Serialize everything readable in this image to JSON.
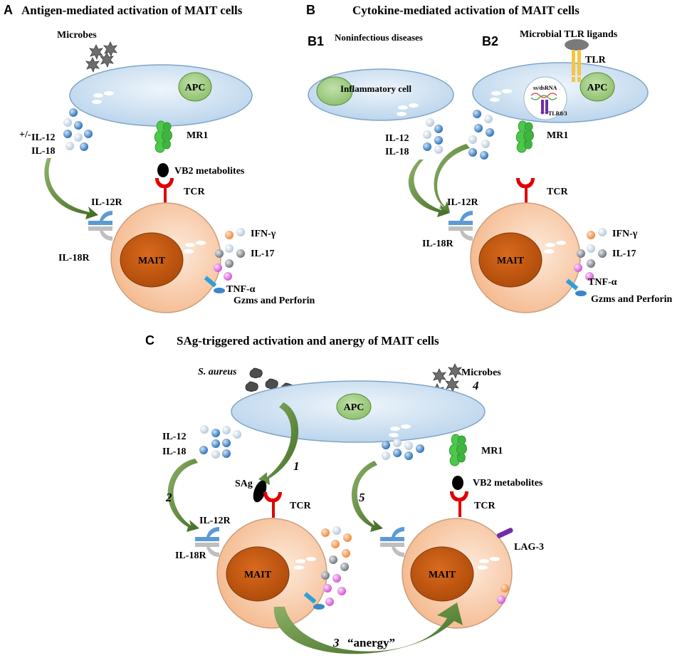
{
  "colors": {
    "apc_fill": "#d6e6f4",
    "apc_stroke": "#7fa5c8",
    "mait_fill": "#f8c9a6",
    "mait_nucleus": "#c65a12",
    "inner_fill": "#a8d08d",
    "mr1": "#4cc84c",
    "tcr": "#e00000",
    "il12r": "#5b9bd5",
    "il18r": "#bfbfbf",
    "arrow": "#4e7c2e",
    "tlr": "#f5c542",
    "lag3": "#6f2da8"
  },
  "panel_a": {
    "letter": "A",
    "title": "Antigen-mediated activation of MAIT cells",
    "microbes": "Microbes",
    "apc": "APC",
    "pm": "+/-",
    "il12": "IL-12",
    "il18": "IL-18",
    "mr1": "MR1",
    "vb2": "VB2 metabolites",
    "tcr": "TCR",
    "il12r": "IL-12R",
    "il18r": "IL-18R",
    "mait": "MAIT",
    "ifn": "IFN-γ",
    "il17": "IL-17",
    "tnf": "TNF-α",
    "gzms": "Gzms and Perforin"
  },
  "panel_b": {
    "letter": "B",
    "title": "Cytokine-mediated activation of MAIT cells",
    "b1": "B1",
    "b1_title": "Noninfectious diseases",
    "b2": "B2",
    "b2_title": "Microbial TLR ligands",
    "inflammatory": "Inflammatory cell",
    "tlr": "TLR",
    "apc": "APC",
    "ssds": "ss/dsRNA",
    "tlr83": "TLR8/3",
    "il12": "IL-12",
    "il18": "IL-18",
    "mr1": "MR1",
    "tcr": "TCR",
    "il12r": "IL-12R",
    "il18r": "IL-18R",
    "mait": "MAIT",
    "ifn": "IFN-γ",
    "il17": "IL-17",
    "tnf": "TNF-α",
    "gzms": "Gzms and Perforin"
  },
  "panel_c": {
    "letter": "C",
    "title": "SAg-triggered activation and anergy of MAIT cells",
    "saureus": "S. aureus",
    "microbes": "Microbes",
    "apc": "APC",
    "n1": "1",
    "n2": "2",
    "n3": "3",
    "n4": "4",
    "n5": "5",
    "anergy": "“anergy”",
    "il12": "IL-12",
    "il18": "IL-18",
    "sag": "SAg",
    "tcr1": "TCR",
    "il12r": "IL-12R",
    "il18r": "IL-18R",
    "mait1": "MAIT",
    "mr1": "MR1",
    "vb2": "VB2 metabolites",
    "tcr2": "TCR",
    "mait2": "MAIT",
    "lag3": "LAG-3"
  }
}
